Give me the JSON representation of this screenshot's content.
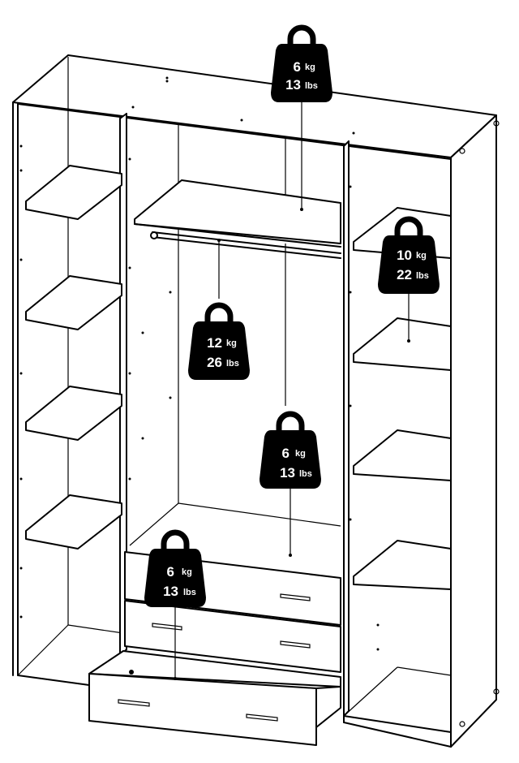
{
  "colors": {
    "line": "#000000",
    "background": "#ffffff",
    "weight_fill": "#000000",
    "weight_text": "#ffffff"
  },
  "weights": [
    {
      "id": "top",
      "kg": "6",
      "kg_unit": "kg",
      "lbs": "13",
      "lbs_unit": "lbs",
      "icon": "weight-icon"
    },
    {
      "id": "right-shelf",
      "kg": "10",
      "kg_unit": "kg",
      "lbs": "22",
      "lbs_unit": "lbs",
      "icon": "weight-icon"
    },
    {
      "id": "hanging-rail",
      "kg": "12",
      "kg_unit": "kg",
      "lbs": "26",
      "lbs_unit": "lbs",
      "icon": "weight-icon"
    },
    {
      "id": "center-bottom",
      "kg": "6",
      "kg_unit": "kg",
      "lbs": "13",
      "lbs_unit": "lbs",
      "icon": "weight-icon"
    },
    {
      "id": "drawer",
      "kg": "6",
      "kg_unit": "kg",
      "lbs": "13",
      "lbs_unit": "lbs",
      "icon": "weight-icon"
    }
  ]
}
